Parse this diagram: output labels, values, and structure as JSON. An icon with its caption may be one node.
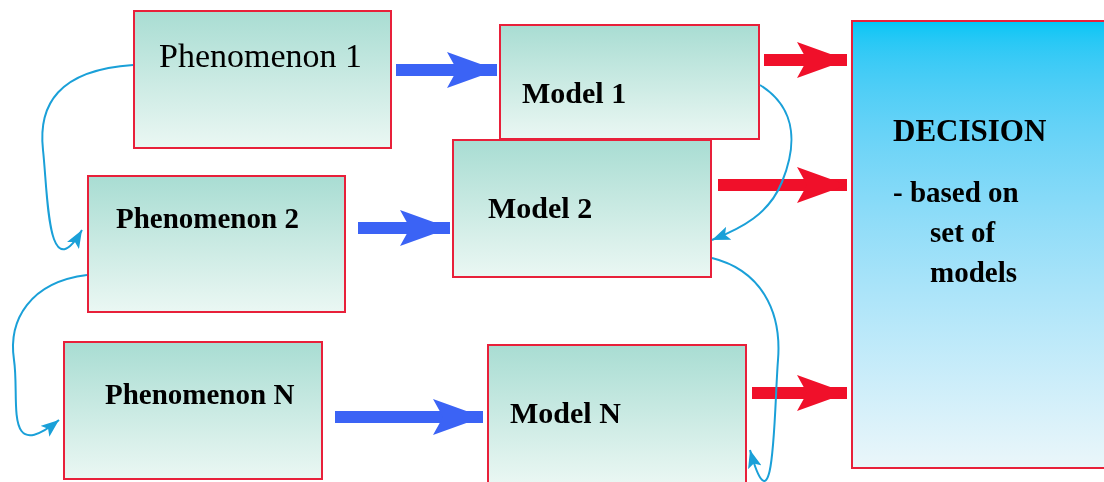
{
  "diagram": {
    "nodes": [
      {
        "text": [
          "Phenomenon 1"
        ]
      },
      {
        "text": [
          "Model 1"
        ]
      },
      {
        "text": [
          "DECISION",
          "- based on set of models"
        ]
      },
      {
        "text": [
          "Phenomenon 2"
        ]
      },
      {
        "text": [
          "Model 2"
        ]
      },
      {
        "text": [
          "Phenomenon N"
        ]
      },
      {
        "text": [
          "Model N"
        ]
      }
    ],
    "edges": [
      {
        "from": 0,
        "to": 1,
        "arrow": "to",
        "color": "#3b63f5"
      },
      {
        "from": 3,
        "to": 4,
        "arrow": "to",
        "color": "#3b63f5"
      },
      {
        "from": 5,
        "to": 6,
        "arrow": "to",
        "color": "#3b63f5"
      },
      {
        "from": 1,
        "to": 2,
        "arrow": "to",
        "color": "#f0102a"
      },
      {
        "from": 4,
        "to": 2,
        "arrow": "to",
        "color": "#f0102a"
      },
      {
        "from": 6,
        "to": 2,
        "arrow": "to",
        "color": "#f0102a"
      },
      {
        "from": 0,
        "to": 3,
        "arrow": "to"
      },
      {
        "from": 3,
        "to": 5,
        "arrow": "to"
      },
      {
        "from": 1,
        "to": 4,
        "arrow": "to"
      },
      {
        "from": 4,
        "to": 6,
        "arrow": "to"
      }
    ]
  }
}
